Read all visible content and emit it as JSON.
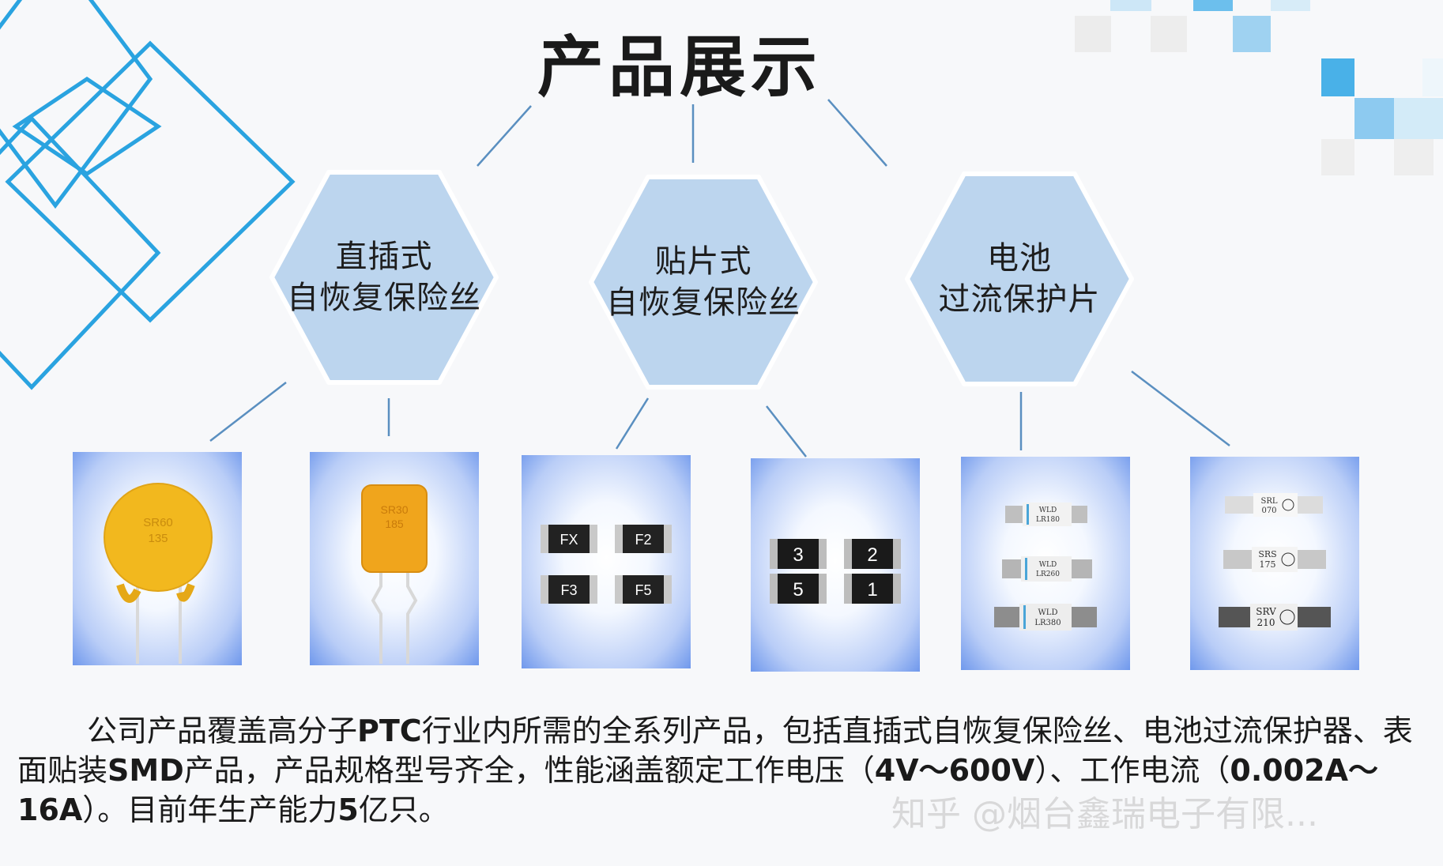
{
  "title": "产品展示",
  "categories": [
    {
      "line1": "直插式",
      "line2": "自恢复保险丝"
    },
    {
      "line1": "贴片式",
      "line2": "自恢复保险丝"
    },
    {
      "line1": "电池",
      "line2": "过流保护片"
    }
  ],
  "products": [
    {
      "marking": [
        "SR60",
        "135"
      ],
      "color": "#f2b81e"
    },
    {
      "marking": [
        "SR30",
        "185"
      ],
      "color": "#f0a51c"
    },
    {
      "chips": [
        "FX",
        "F2",
        "F3",
        "F5"
      ]
    },
    {
      "chips": [
        "3",
        "2",
        "5",
        "1"
      ]
    },
    {
      "labels": [
        [
          "WLD",
          "LR180"
        ],
        [
          "WLD",
          "LR260"
        ],
        [
          "WLD",
          "LR380"
        ]
      ]
    },
    {
      "labels": [
        [
          "SRL",
          "070"
        ],
        [
          "SRS",
          "175"
        ],
        [
          "SRV",
          "210"
        ]
      ]
    }
  ],
  "description": {
    "part1": "公司产品覆盖高分子",
    "bold1": "PTC",
    "part2": "行业内所需的全系列产品，包括直插式自恢复保险丝、电池过流保护器、表面贴装",
    "bold2": "SMD",
    "part3": "产品，产品规格型号齐全，性能涵盖额定工作电压（",
    "bold3": "4V～600V",
    "part4": "）、工作电流（",
    "bold4": "0.002A～16A",
    "part5": "）。目前年生产能力",
    "bold5": "5",
    "part6": "亿只。"
  },
  "watermark": "知乎 @烟台鑫瑞电子有限...",
  "colors": {
    "hexagon": "#bcd5ee",
    "line": "#5a8fc0",
    "deco": "#2aa3e0",
    "photo_edge": "#6f98ec"
  }
}
